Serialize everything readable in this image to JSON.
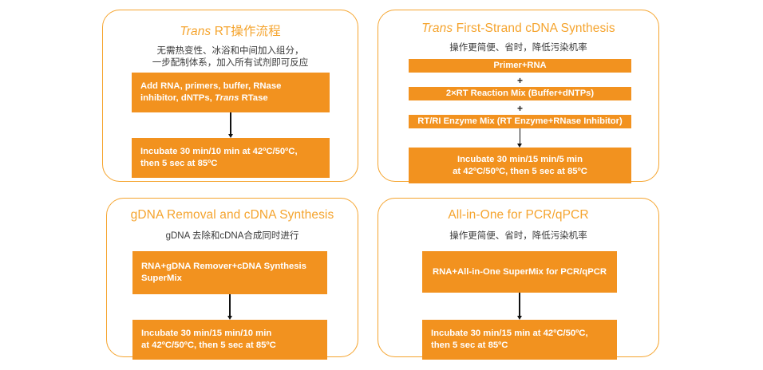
{
  "figure": {
    "colors": {
      "panel_border": "#F5A42E",
      "title": "#F5A42E",
      "box_fill": "#F2921F",
      "box_text": "#FFFFFF",
      "subtitle_text": "#3A3A3A",
      "arrow": "#111111",
      "background": "#FFFFFF"
    }
  },
  "panels": [
    {
      "id": "trans-rt-workflow",
      "title_italic": "Trans",
      "title_rest": " RT操作流程",
      "subtitle": "无需热变性、冰浴和中间加入组分，\n一步配制体系，加入所有试剂即可反应",
      "step1_a": "Add RNA, primers, buffer, RNase",
      "step1_b_pre": "inhibitor, dNTPs, ",
      "step1_b_italic": "Trans",
      "step1_b_post": " RTase",
      "step2": "Incubate 30 min/10 min at 42ºC/50ºC,\nthen 5 sec at 85ºC"
    },
    {
      "id": "trans-first-strand-cdna-synthesis",
      "title_italic": "Trans",
      "title_rest": " First-Strand cDNA Synthesis",
      "subtitle": "操作更简便、省时，降低污染机率",
      "bar1": "Primer+RNA",
      "plus1": "+",
      "bar2": "2×RT Reaction Mix (Buffer+dNTPs)",
      "plus2": "+",
      "bar3": "RT/RI Enzyme Mix (RT Enzyme+RNase Inhibitor)",
      "step_final": "Incubate 30 min/15 min/5 min\nat 42ºC/50ºC, then 5 sec at 85ºC"
    },
    {
      "id": "gdna-removal-and-cdna-synthesis",
      "title_italic": "",
      "title_rest": "gDNA Removal and cDNA Synthesis",
      "subtitle": "gDNA 去除和cDNA合成同时进行",
      "step1": "RNA+gDNA Remover+cDNA Synthesis\nSuperMix",
      "step2": "Incubate 30 min/15 min/10 min\nat 42ºC/50ºC, then 5 sec at 85ºC"
    },
    {
      "id": "all-in-one-for-pcr-qpcr",
      "title_italic": "",
      "title_rest": "All-in-One for PCR/qPCR",
      "subtitle": "操作更简便、省时，降低污染机率",
      "step1": "RNA+All-in-One SuperMix for PCR/qPCR",
      "step2": "Incubate 30 min/15 min at 42ºC/50ºC,\nthen 5 sec at 85ºC"
    }
  ]
}
